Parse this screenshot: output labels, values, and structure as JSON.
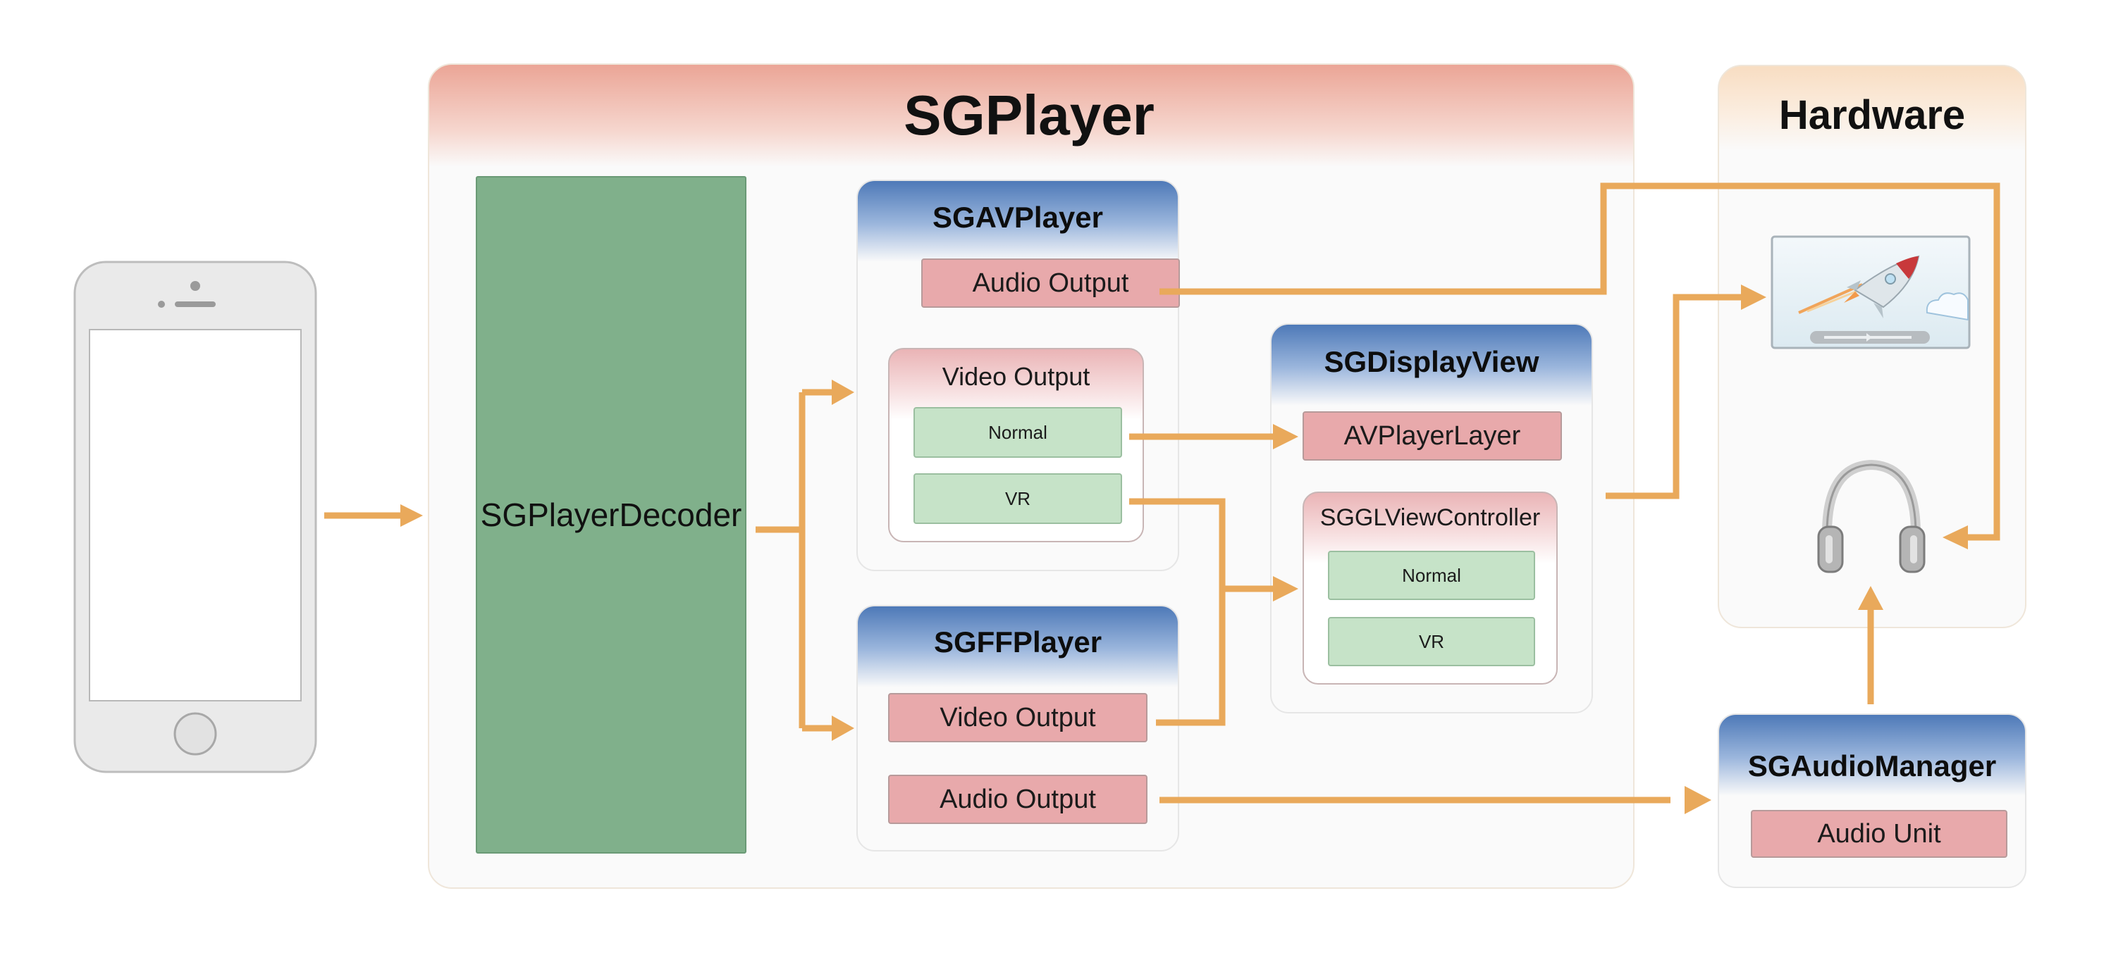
{
  "colors": {
    "arrow": "#e9a95b",
    "blue_header": "#4e79b8",
    "red_box": "#e8a9ab",
    "green_box": "#c6e3c8",
    "decoder": "#80b08b"
  },
  "sgplayer": {
    "title": "SGPlayer",
    "decoder_label": "SGPlayerDecoder"
  },
  "sgavplayer": {
    "title": "SGAVPlayer",
    "audio_output": "Audio Output",
    "video_output_title": "Video Output",
    "normal": "Normal",
    "vr": "VR"
  },
  "sgffplayer": {
    "title": "SGFFPlayer",
    "video_output": "Video Output",
    "audio_output": "Audio Output"
  },
  "sgdisplayview": {
    "title": "SGDisplayView",
    "avplayerlayer": "AVPlayerLayer",
    "glvc_title": "SGGLViewController",
    "normal": "Normal",
    "vr": "VR"
  },
  "hardware": {
    "title": "Hardware",
    "icons": [
      "screen-rocket-icon",
      "headphones-icon"
    ]
  },
  "audiomanager": {
    "title": "SGAudioManager",
    "audio_unit": "Audio Unit"
  },
  "device": {
    "icon": "iphone-icon"
  }
}
